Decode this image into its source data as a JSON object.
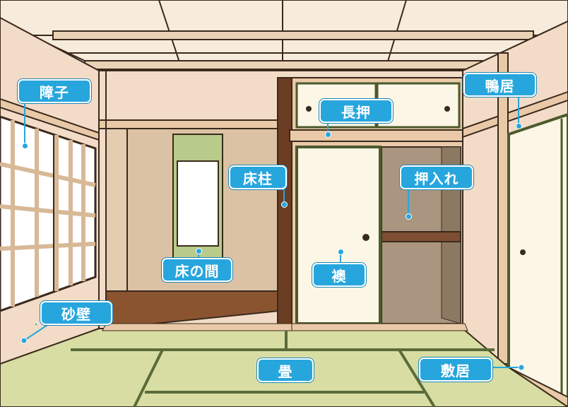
{
  "labels": {
    "shoji": "障子",
    "kamoi": "鴨居",
    "nageshi": "長押",
    "tokobashira": "床柱",
    "oshiire": "押入れ",
    "tokonoma": "床の間",
    "fusuma": "襖",
    "sunakabe": "砂壁",
    "tatami": "畳",
    "shikii": "敷居"
  },
  "colors": {
    "callout": "#27a6dd",
    "wall": "#f3dcc7",
    "wood": "#e9c9a8",
    "pillar": "#6b3d22",
    "tatami": "#d8dea3",
    "tatami_edge": "#5b6b3a",
    "fusuma": "#fbf6e6"
  }
}
